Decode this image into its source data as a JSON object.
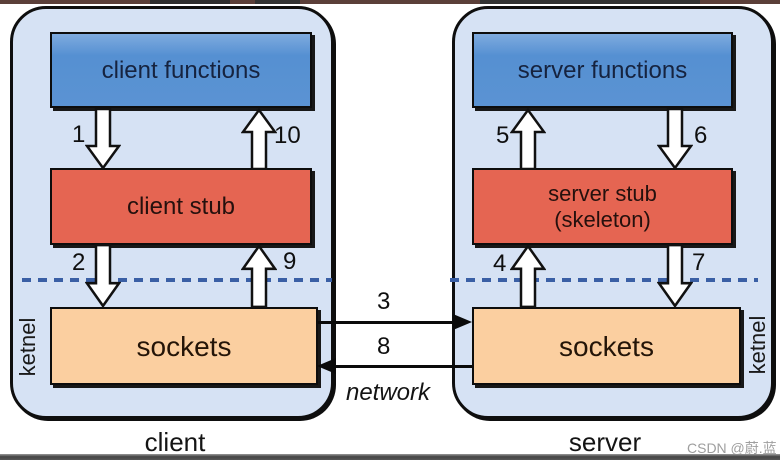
{
  "diagram": {
    "client": {
      "caption": "client",
      "kernel_label": "ketnel",
      "functions_box": "client functions",
      "stub_box": "client stub",
      "sockets_box": "sockets",
      "step_1": "1",
      "step_2": "2",
      "step_9": "9",
      "step_10": "10"
    },
    "server": {
      "caption": "server",
      "kernel_label": "ketnel",
      "functions_box": "server functions",
      "stub_box_line1": "server stub",
      "stub_box_line2": "(skeleton)",
      "sockets_box": "sockets",
      "step_4": "4",
      "step_5": "5",
      "step_6": "6",
      "step_7": "7"
    },
    "network": {
      "label": "network",
      "step_3": "3",
      "step_8": "8"
    },
    "watermark": "CSDN @蔚.蓝",
    "colors": {
      "panel_fill": "#d6e2f4",
      "functions_fill": "#5b93d3",
      "stub_fill": "#e56552",
      "sockets_fill": "#fbcfa0",
      "dashed_line": "#3a5fa5",
      "top_strip": "#5b3f39",
      "bottom_strip": "#4a4a4a"
    }
  }
}
